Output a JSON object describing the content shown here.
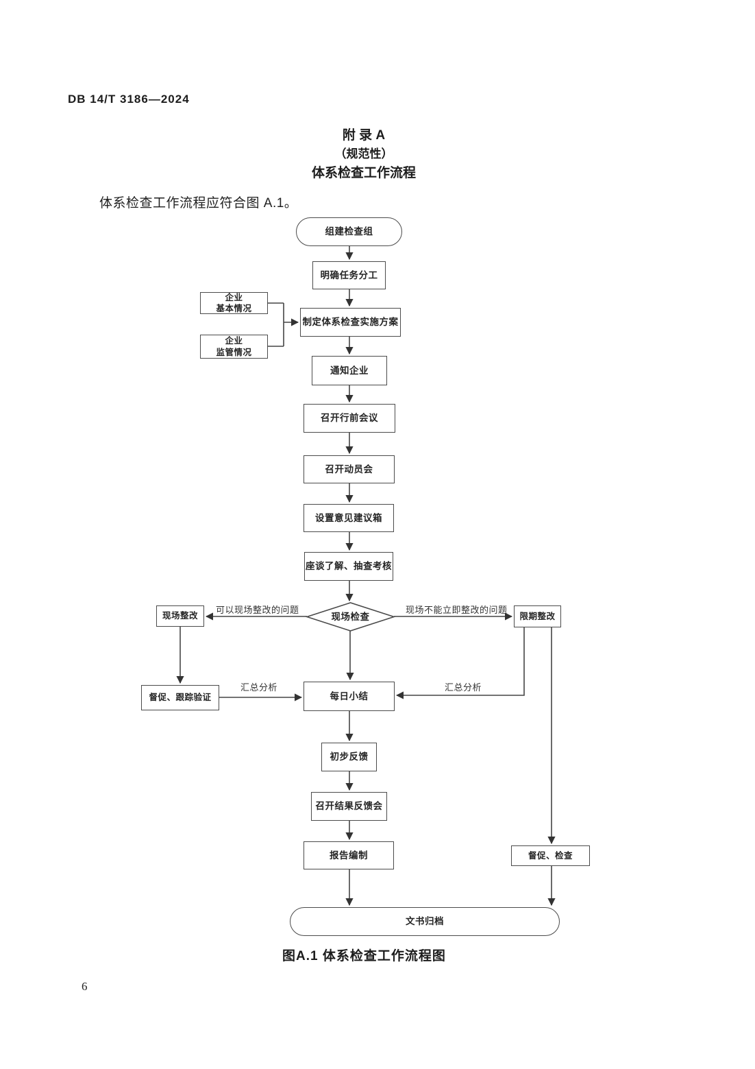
{
  "document": {
    "code": "DB 14/T 3186—2024",
    "page_number": "6"
  },
  "appendix": {
    "heading": "附  录  A",
    "subheading": "（规范性）",
    "title": "体系检查工作流程",
    "intro": "体系检查工作流程应符合图 A.1。",
    "figure_caption": "图A.1  体系检查工作流程图"
  },
  "flowchart": {
    "nodes": [
      {
        "id": "form-inspection-team",
        "label": "组建检查组",
        "shape": "stadium"
      },
      {
        "id": "assign-tasks",
        "label": "明确任务分工",
        "shape": "rect"
      },
      {
        "id": "company-basic-info",
        "label": "企业\n基本情况",
        "shape": "rect"
      },
      {
        "id": "company-regulatory-info",
        "label": "企业\n监管情况",
        "shape": "rect"
      },
      {
        "id": "make-implementation-plan",
        "label": "制定体系检查实施方案",
        "shape": "rect"
      },
      {
        "id": "notify-company",
        "label": "通知企业",
        "shape": "rect"
      },
      {
        "id": "pre-trip-meeting",
        "label": "召开行前会议",
        "shape": "rect"
      },
      {
        "id": "mobilization-meeting",
        "label": "召开动员会",
        "shape": "rect"
      },
      {
        "id": "set-suggestion-box",
        "label": "设置意见建议箱",
        "shape": "rect"
      },
      {
        "id": "interview-spot-check",
        "label": "座谈了解、抽查考核",
        "shape": "rect"
      },
      {
        "id": "onsite-inspection",
        "label": "现场检查",
        "shape": "diamond"
      },
      {
        "id": "onsite-rectification",
        "label": "现场整改",
        "shape": "rect"
      },
      {
        "id": "deadline-rectification",
        "label": "限期整改",
        "shape": "rect"
      },
      {
        "id": "supervise-track-verify",
        "label": "督促、跟踪验证",
        "shape": "rect"
      },
      {
        "id": "daily-summary",
        "label": "每日小结",
        "shape": "rect"
      },
      {
        "id": "preliminary-feedback",
        "label": "初步反馈",
        "shape": "rect"
      },
      {
        "id": "result-feedback-meeting",
        "label": "召开结果反馈会",
        "shape": "rect"
      },
      {
        "id": "report-compilation",
        "label": "报告编制",
        "shape": "rect"
      },
      {
        "id": "supervise-inspect",
        "label": "督促、检查",
        "shape": "rect"
      },
      {
        "id": "document-archiving",
        "label": "文书归档",
        "shape": "stadium"
      }
    ],
    "edge_labels": {
      "left_branch": "可以现场整改的问题",
      "right_branch": "现场不能立即整改的问题",
      "summary_left": "汇总分析",
      "summary_right": "汇总分析"
    },
    "colors": {
      "line": "#444444",
      "box_border": "#4a4a4a",
      "text": "#262626",
      "background": "#ffffff"
    }
  }
}
